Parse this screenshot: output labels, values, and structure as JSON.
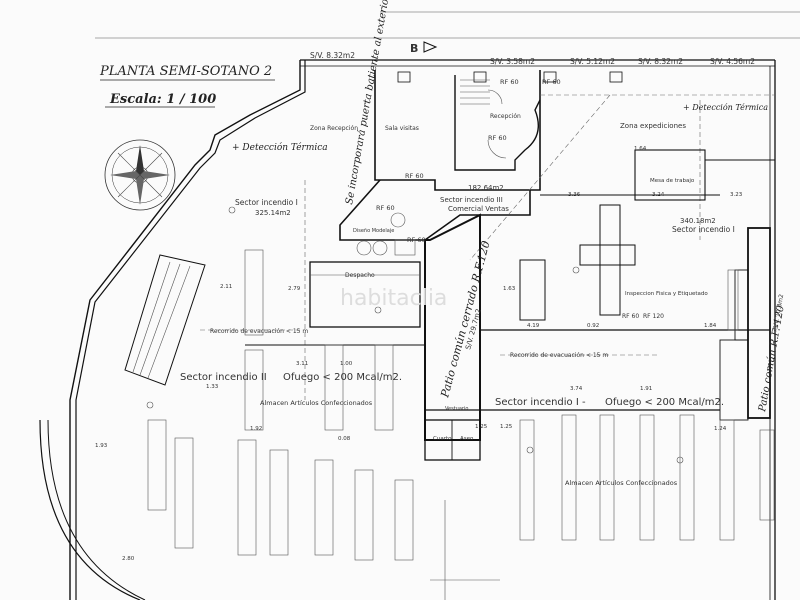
{
  "title": "PLANTA SEMI-SOTANO 2",
  "scale": "Escala: 1 / 100",
  "north": "B",
  "areas_top": [
    "S/V. 8.32m2",
    "S/V. 3.58m2",
    "S/V. 5.12m2",
    "S/V. 8.32m2",
    "S/V. 4.56m2"
  ],
  "handwritten": {
    "notice": "Se incorporará puerta batiente al exterior",
    "det_left": "+ Detección Térmica",
    "det_right": "+ Detección Térmica"
  },
  "rooms": {
    "zona_recepcion": "Zona Recepción",
    "sala_visitas": "Sala visitas",
    "recepcion": "Recepción",
    "zona_expediciones": "Zona expediciones",
    "sector1_left": "Sector incendio I",
    "area1": "325.14m2",
    "sector3": "Sector incendio III",
    "sector3b": "Comercial Ventas",
    "area3": "182.64m2",
    "sector1_right": "Sector incendio I",
    "area2": "340.18m2",
    "patio1": "Patio común cerrado R.F.120",
    "patio1_sv": "S/V. 29.7m2",
    "patio2": "Patio común R.F.-120",
    "patio2_sv": "S/V. 10.8m2",
    "sector2": "Sector incendio II",
    "ofuego2": "Ofuego < 200 Mcal/m2.",
    "sector1_bottom": "Sector incendio I  -",
    "ofuego1": "Ofuego < 200 Mcal/m2.",
    "almacen1": "Almacen Artículos Confeccionados",
    "almacen2": "Almacen Artículos Confeccionados",
    "despacho": "Despacho",
    "mesa_trabajo": "Mesa de trabajo",
    "inspeccion": "Inspeccion Fisica y Etiquetado",
    "evac1": "Recorrido de evacuación < 15 m",
    "evac2": "Recorrido de evacuación < 15 m",
    "aseo": "Aseo",
    "cuarto": "Cuarto",
    "vestuario": "Vestuario",
    "dis_acceso": "Diseño Modelaje",
    "rf_labels": [
      "RF 60",
      "RF 60",
      "RF 60",
      "RF 60",
      "RF 60",
      "RF 60",
      "RF 60",
      "RF 120"
    ]
  },
  "dims": [
    "2.11",
    "2.79",
    "3.11",
    "1.63",
    "4.19",
    "3.36",
    "3.24",
    "3.23",
    "1.64",
    "1.84",
    "1.24",
    "1.25",
    "1.33",
    "1.92",
    "1.91",
    "3.74",
    "1.00",
    "0.08",
    "1.25",
    "0.92",
    "1.93",
    "2.80"
  ],
  "watermark": "habitaclia"
}
